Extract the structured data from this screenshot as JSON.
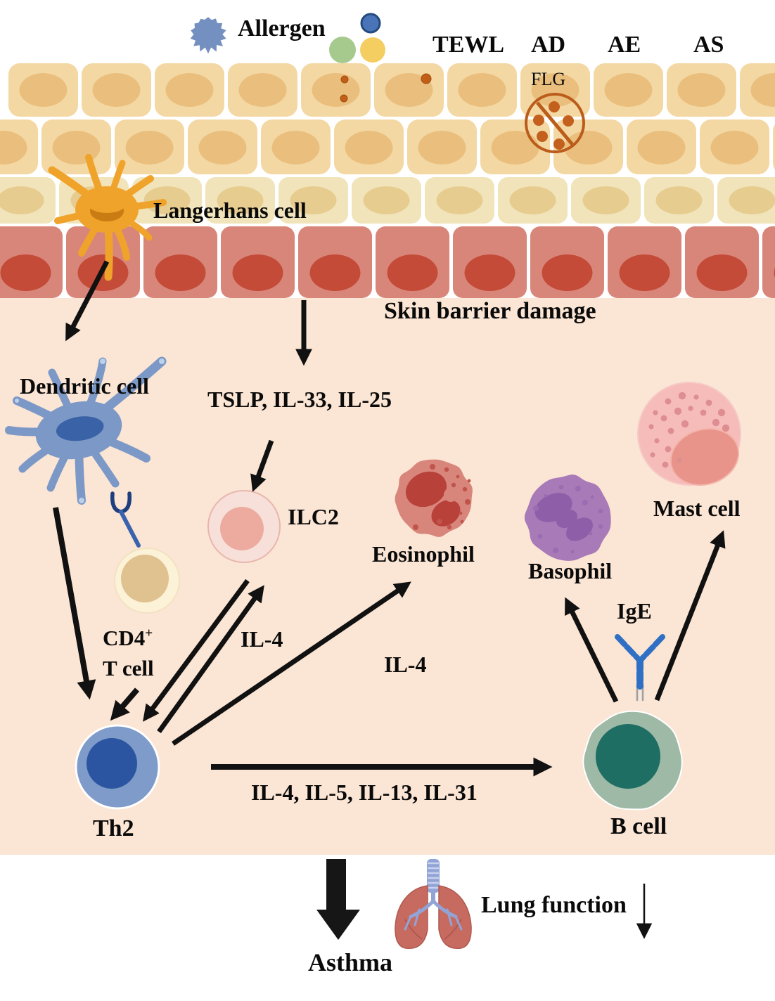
{
  "labels": {
    "allergen": "Allergen",
    "tewl": "TEWL",
    "ad": "AD",
    "ae": "AE",
    "as": "AS",
    "flg": "FLG",
    "langerhans": "Langerhans cell",
    "skin_barrier": "Skin barrier damage",
    "dendritic": "Dendritic cell",
    "alarmins": "TSLP, IL-33, IL-25",
    "ilc2": "ILC2",
    "eosinophil": "Eosinophil",
    "basophil": "Basophil",
    "mast_cell": "Mast cell",
    "cd4_base": "CD4",
    "cd4_sup": "+",
    "cd4_line2": "T cell",
    "il4_to_ilc2": "IL-4",
    "il4_to_eosinophil": "IL-4",
    "ige": "IgE",
    "th2": "Th2",
    "b_cell": "B cell",
    "th2_to_bcell_cytokines": "IL-4, IL-5, IL-13, IL-31",
    "lung_function": "Lung function",
    "asthma": "Asthma"
  },
  "palette": {
    "epidermis_cell": "#f3d8a3",
    "epidermis_nucleus": "#eabf7e",
    "granular_cell": "#f1e4ba",
    "granular_nucleus": "#e7cc90",
    "basal_cell": "#d9867a",
    "basal_nucleus": "#c34b38",
    "dermis": "#fbe5d4",
    "langerhans": "#efa32b",
    "langerhans_nucleus": "#c87c12",
    "dendritic": "#7b98c6",
    "dendritic_nucleus": "#3a62a6",
    "ilc2_body": "#f8e0da",
    "ilc2_nucleus": "#ecab9e",
    "eosinophil_body": "#d8857b",
    "eosinophil_nucleus": "#b8413a",
    "basophil_body": "#a87ab8",
    "basophil_nucleus": "#8e5fa8",
    "mast_body": "#f5bcba",
    "mast_nucleus": "#e8948a",
    "cd4_body": "#fcf2d8",
    "cd4_nucleus": "#dfc28f",
    "th2_body": "#7e9bc9",
    "th2_nucleus": "#2b55a0",
    "b_cell_body": "#9ebaa6",
    "b_cell_nucleus": "#1f6e63",
    "antibody_blue": "#2f6fc4",
    "allergen_blue": "#7490c0",
    "molecule_blue": "#4a74b8",
    "molecule_green": "#a6ca8d",
    "molecule_yellow": "#f5ce62",
    "flg_symbol": "#bb5c1b",
    "junction_dot": "#c25f16",
    "lung_red": "#c76a60",
    "lung_bronchi": "#92a4d6",
    "arrow": "#111111"
  }
}
